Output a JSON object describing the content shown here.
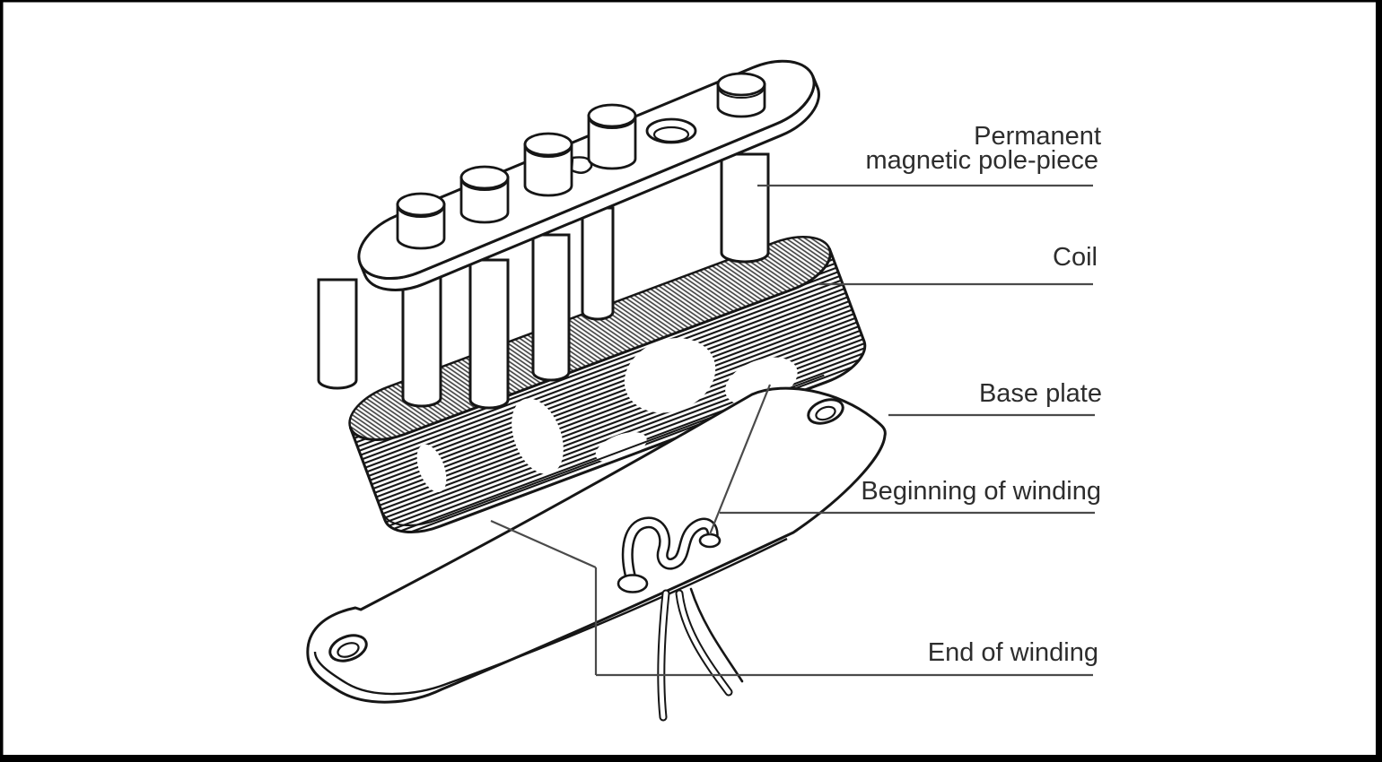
{
  "labels": {
    "pole_piece_line1": "Permanent",
    "pole_piece_line2": "magnetic pole-piece",
    "coil": "Coil",
    "base_plate": "Base plate",
    "beginning_of_winding": "Beginning of winding",
    "end_of_winding": "End of winding"
  },
  "colors": {
    "ink": "#1b1b1b",
    "leader_line": "#4a4a4a",
    "text": "#2d2d2d",
    "paper": "#ffffff",
    "frame": "#000000"
  }
}
